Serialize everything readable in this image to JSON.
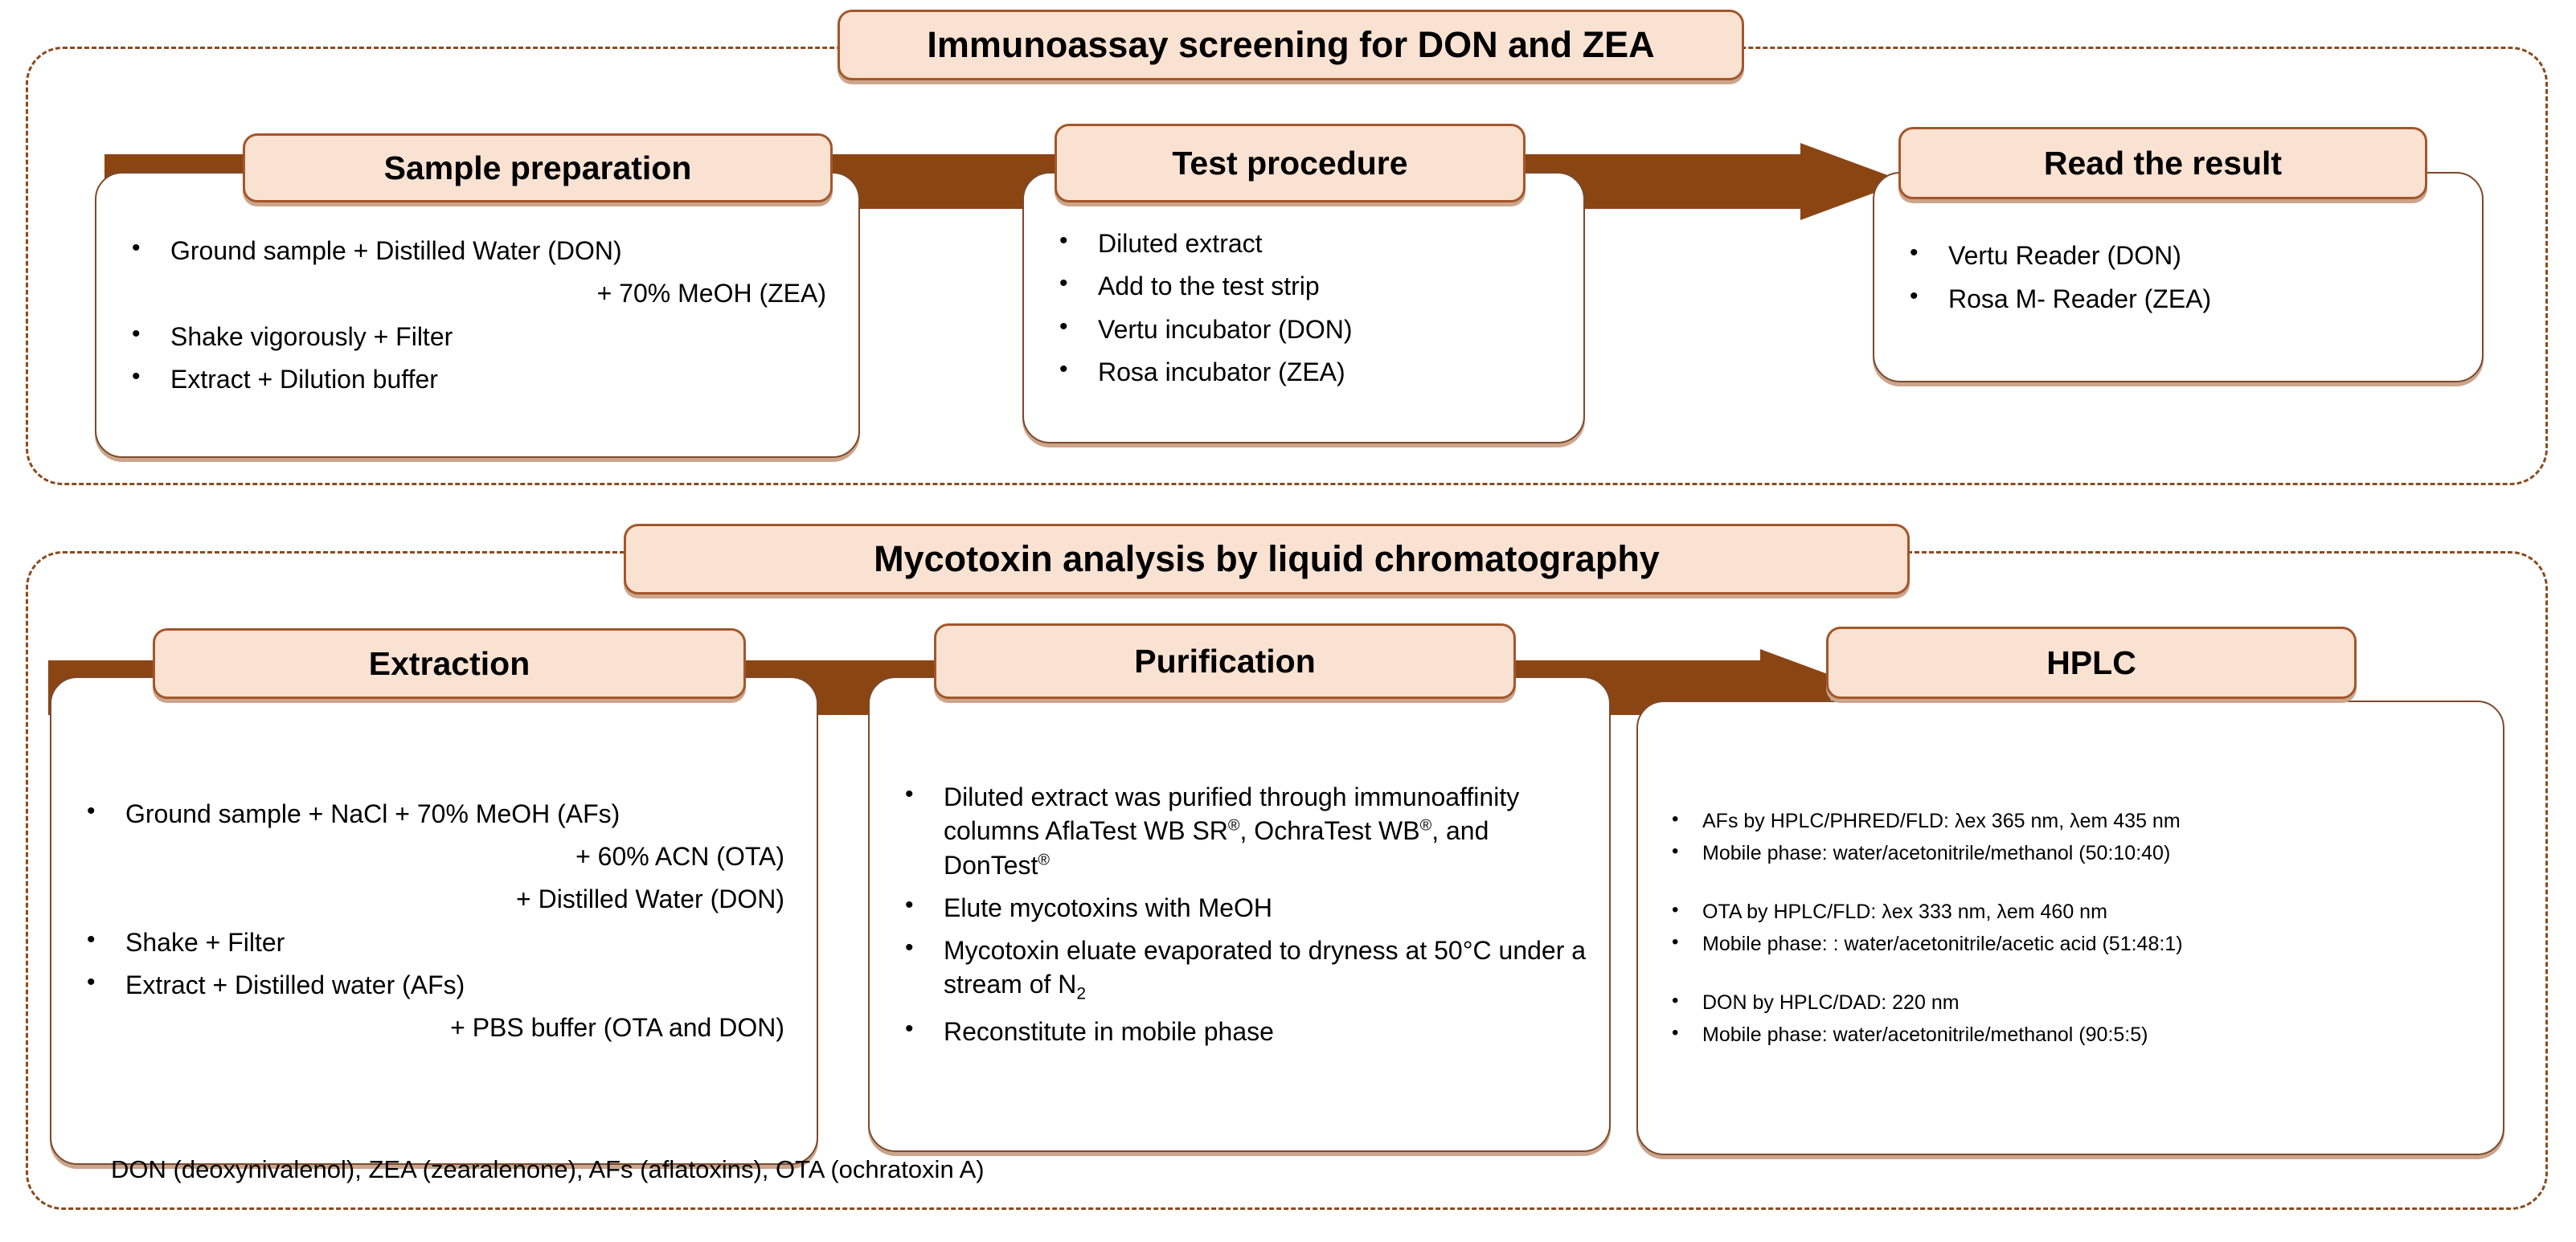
{
  "panels": [
    {
      "id": "immunoassay",
      "title": "Immunoassay screening for DON and ZEA",
      "steps": [
        {
          "head": "Sample preparation",
          "items": [
            {
              "text": "Ground sample + Distilled Water (DON)",
              "bullet": true
            },
            {
              "text": "+ 70% MeOH (ZEA)",
              "bullet": false
            },
            {
              "text": "Shake vigorously + Filter",
              "bullet": true
            },
            {
              "text": "Extract + Dilution buffer",
              "bullet": true
            }
          ]
        },
        {
          "head": "Test procedure",
          "items": [
            {
              "text": "Diluted extract",
              "bullet": true
            },
            {
              "text": "Add to the test strip",
              "bullet": true
            },
            {
              "text": "Vertu incubator (DON)",
              "bullet": true
            },
            {
              "text": "Rosa incubator (ZEA)",
              "bullet": true
            }
          ]
        },
        {
          "head": "Read the result",
          "items": [
            {
              "text": "Vertu Reader (DON)",
              "bullet": true
            },
            {
              "text": "Rosa M- Reader (ZEA)",
              "bullet": true
            }
          ]
        }
      ]
    },
    {
      "id": "lc",
      "title": "Mycotoxin analysis by liquid chromatography",
      "steps": [
        {
          "head": "Extraction",
          "items": [
            {
              "text": "Ground sample + NaCl + 70% MeOH (AFs)",
              "bullet": true
            },
            {
              "text": "+ 60% ACN (OTA)",
              "bullet": false
            },
            {
              "text": "+ Distilled Water (DON)",
              "bullet": false
            },
            {
              "text": "Shake + Filter",
              "bullet": true
            },
            {
              "text": "Extract + Distilled water (AFs)",
              "bullet": true
            },
            {
              "text": "+ PBS buffer (OTA and DON)",
              "bullet": false
            }
          ]
        },
        {
          "head": "Purification",
          "items": [
            {
              "text": "Diluted extract was purified through immunoaffinity columns AflaTest WB SR®, OchraTest WB®, and DonTest®",
              "bullet": true
            },
            {
              "text": "Elute mycotoxins with MeOH",
              "bullet": true
            },
            {
              "text": "Mycotoxin eluate evaporated to dryness at 50°C under a stream of N₂",
              "bullet": true
            },
            {
              "text": "Reconstitute in mobile phase",
              "bullet": true
            }
          ]
        },
        {
          "head": "HPLC",
          "items": [
            {
              "text": "AFs by HPLC/PHRED/FLD: λex 365 nm, λem 435 nm",
              "bullet": true
            },
            {
              "text": "Mobile phase: water/acetonitrile/methanol (50:10:40)",
              "bullet": true
            },
            {
              "text": "",
              "bullet": false
            },
            {
              "text": "OTA by HPLC/FLD: λex 333 nm, λem 460 nm",
              "bullet": true
            },
            {
              "text": "Mobile phase: : water/acetonitrile/acetic acid  (51:48:1)",
              "bullet": true
            },
            {
              "text": "",
              "bullet": false
            },
            {
              "text": "DON by HPLC/DAD: 220 nm",
              "bullet": true
            },
            {
              "text": "Mobile phase: water/acetonitrile/methanol (90:5:5)",
              "bullet": true
            }
          ]
        }
      ]
    }
  ],
  "footnote": "DON (deoxynivalenol), ZEA (zearalenone), AFs (aflatoxins), OTA (ochratoxin A)",
  "colors": {
    "pill_fill": "#FAE2D2",
    "pill_border": "#A4562A",
    "arrow_brown": "#8B4513",
    "panel_dash": "#8B4A1E",
    "body_border": "#7B4A2C",
    "shadow": "#CBA58C",
    "text": "#000000"
  }
}
